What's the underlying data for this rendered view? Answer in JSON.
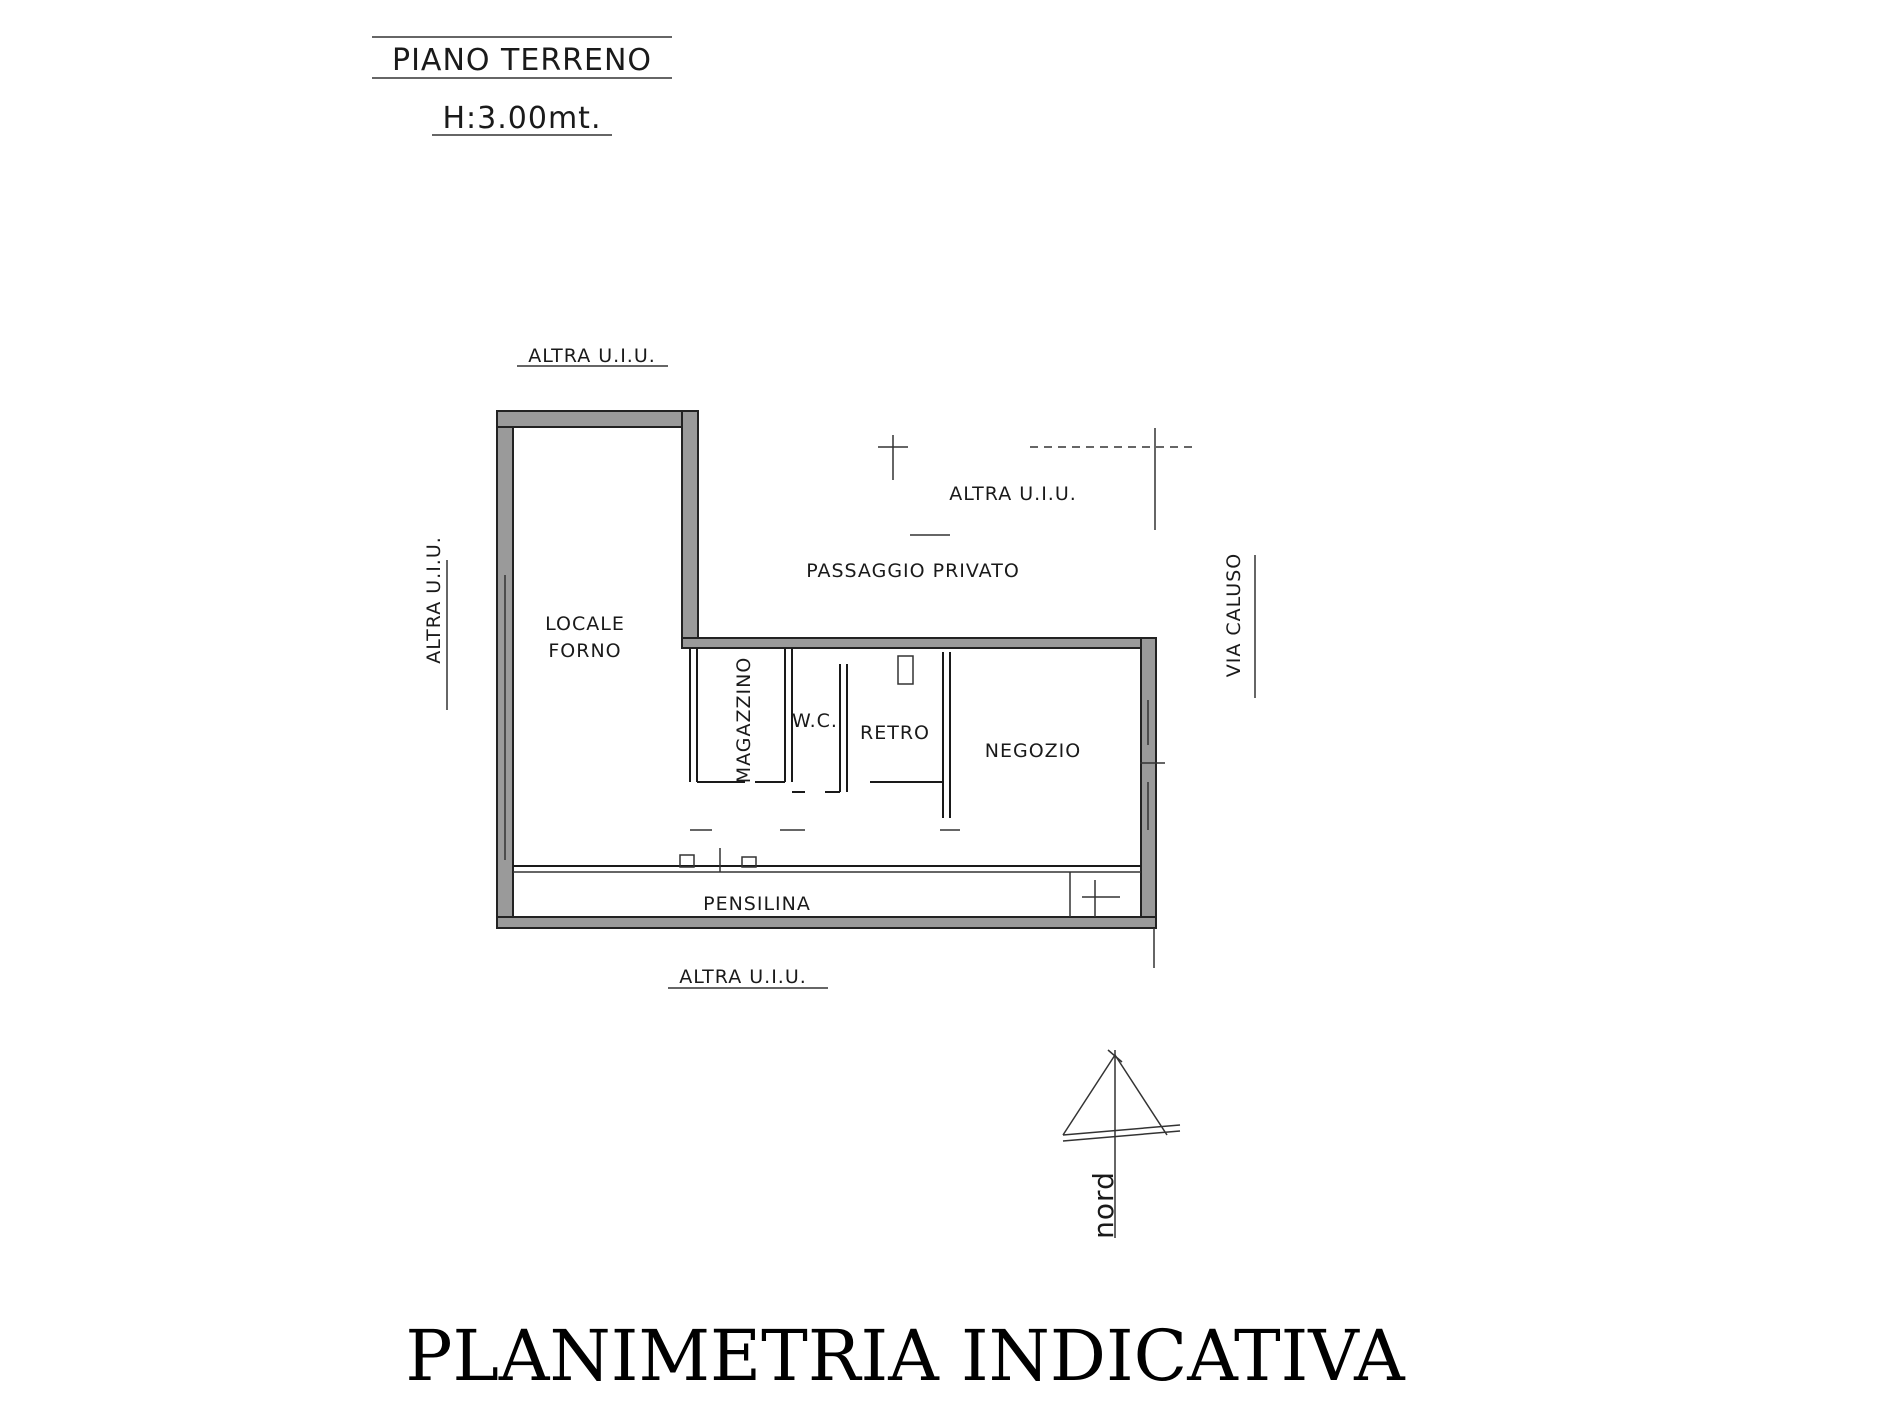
{
  "header": {
    "floor": "PIANO TERRENO",
    "height": "H:3.00mt."
  },
  "neighbors": {
    "top": "ALTRA U.I.U.",
    "left": "ALTRA U.I.U.",
    "right_top": "ALTRA U.I.U.",
    "bottom": "ALTRA U.I.U."
  },
  "passage": "PASSAGGIO PRIVATO",
  "street": "VIA CALUSO",
  "rooms": {
    "locale_forno_1": "LOCALE",
    "locale_forno_2": "FORNO",
    "magazzino": "MAGAZZINO",
    "wc": "W.C.",
    "retro": "RETRO",
    "negozio": "NEGOZIO",
    "pensilina": "PENSILINA"
  },
  "north_label": "nord",
  "footer_title": "PLANIMETRIA INDICATIVA",
  "colors": {
    "wall_fill": "#9a9a9a",
    "ink": "#1a1a1a",
    "background": "#ffffff"
  }
}
